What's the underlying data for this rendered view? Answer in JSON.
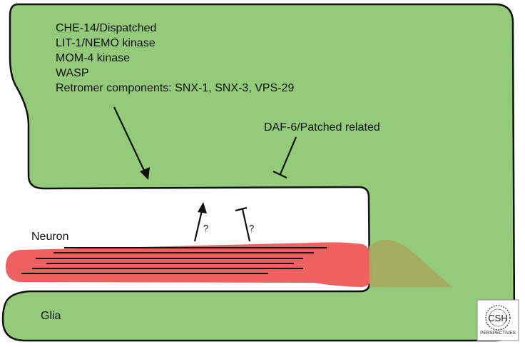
{
  "factors": {
    "lines": [
      "CHE-14/Dispatched",
      "LIT-1/NEMO kinase",
      "MOM-4 kinase",
      "WASP",
      "Retromer components: SNX-1, SNX-3, VPS-29"
    ]
  },
  "inhibitor": {
    "label": "DAF-6/Patched related"
  },
  "neuron": {
    "label": "Neuron"
  },
  "glia": {
    "label": "Glia"
  },
  "unknown": {
    "activation_mark": "?",
    "inhibition_mark": "?"
  },
  "logo": {
    "line1": "CSH",
    "line2": "PERSPECTIVES"
  },
  "colors": {
    "glia_fill": "#93cb7b",
    "neuron_fill": "#ef6060",
    "overlap_fill": "#a8a85e",
    "stroke": "#111111",
    "logo_accent": "#c9772b"
  }
}
